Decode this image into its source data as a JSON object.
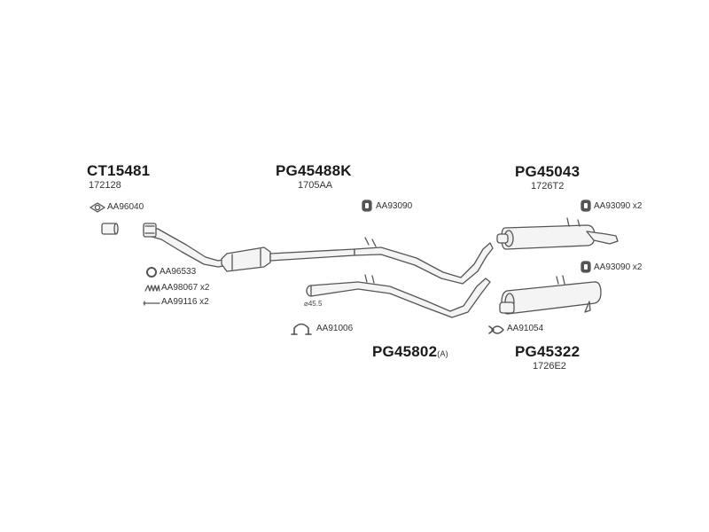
{
  "assemblies": {
    "catalyst": {
      "part_number": "CT15481",
      "oe_ref": "172128"
    },
    "front_pipe": {
      "part_number": "PG45488K",
      "oe_ref": "1705AA"
    },
    "middle_pipe": {
      "part_number": "PG45802",
      "suffix": "(A)",
      "diameter": "⌀45.5"
    },
    "middle_silencer": {
      "part_number": "PG45043",
      "oe_ref": "1726T2"
    },
    "rear_silencer": {
      "part_number": "PG45322",
      "oe_ref": "1726E2"
    }
  },
  "accessories": {
    "gasket_catalyst": "AA96040",
    "o_ring": "AA96533",
    "spring": "AA98067 x2",
    "bolt": "AA99116 x2",
    "hanger_front": "AA93090",
    "hanger_middle": "AA93090 x2",
    "hanger_rear": "AA93090 x2",
    "clamp_middle": "AA91006",
    "clamp_rear": "AA91054"
  },
  "colors": {
    "ink": "#1a1a1a",
    "line": "#555555",
    "fill": "#f4f4f4"
  }
}
